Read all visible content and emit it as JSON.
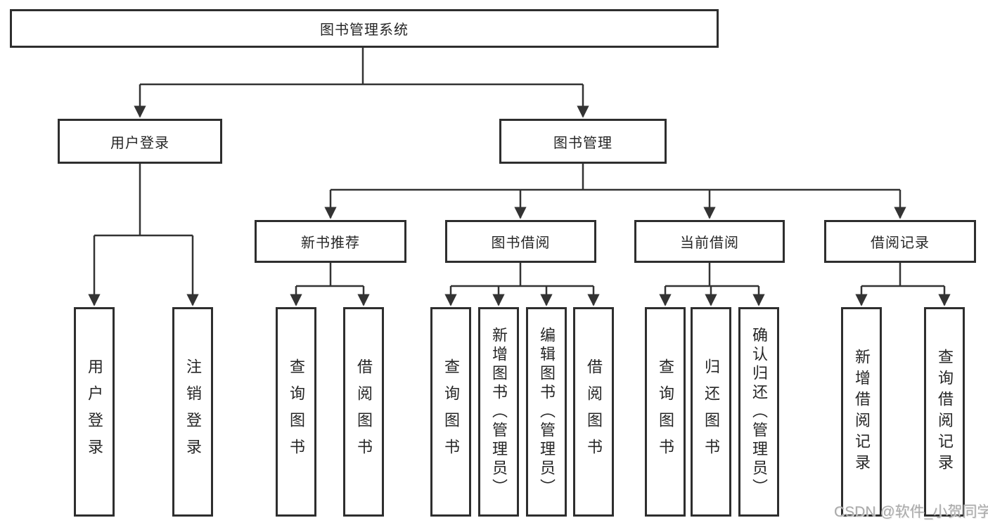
{
  "diagram": {
    "title": "图书管理系统",
    "root": {
      "label": "图书管理系统"
    },
    "level2": [
      {
        "label": "用户登录"
      },
      {
        "label": "图书管理"
      }
    ],
    "level3": [
      {
        "label": "新书推荐"
      },
      {
        "label": "图书借阅"
      },
      {
        "label": "当前借阅"
      },
      {
        "label": "借阅记录"
      }
    ],
    "leaves": [
      {
        "label": "用户登录"
      },
      {
        "label": "注销登录"
      },
      {
        "label": "查询图书"
      },
      {
        "label": "借阅图书"
      },
      {
        "label": "查询图书"
      },
      {
        "label": "新增图书（管理员）"
      },
      {
        "label": "编辑图书（管理员）"
      },
      {
        "label": "借阅图书"
      },
      {
        "label": "查询图书"
      },
      {
        "label": "归还图书"
      },
      {
        "label": "确认归还（管理员）"
      },
      {
        "label": "新增借阅记录"
      },
      {
        "label": "查询借阅记录"
      }
    ],
    "colors": {
      "line": "#333333",
      "border": "#2e2e2e",
      "text": "#262626",
      "background": "#ffffff",
      "watermark": "#a9a9a9"
    }
  },
  "watermark": {
    "text": "CSDN @软件_小贺同学"
  }
}
